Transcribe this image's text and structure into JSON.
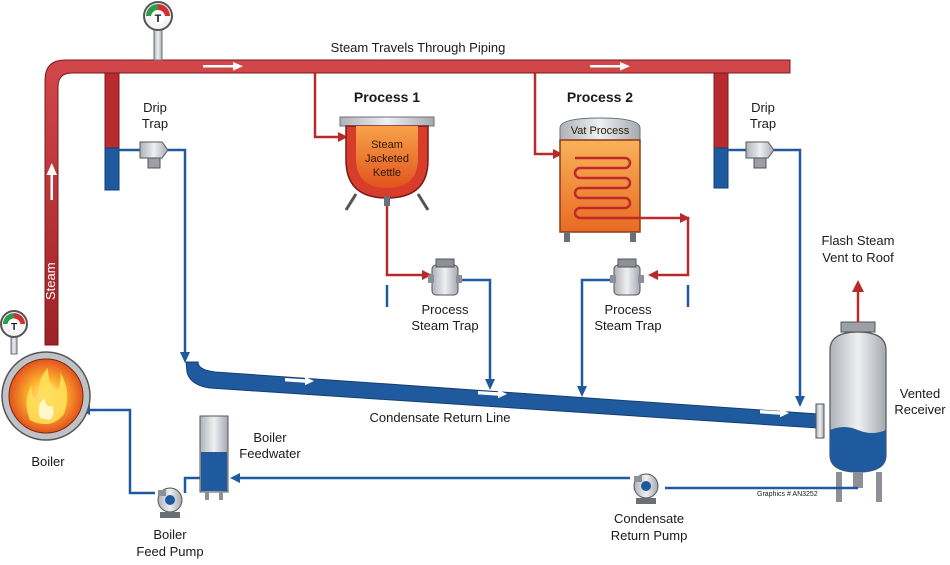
{
  "labels": {
    "steam_piping": "Steam Travels Through Piping",
    "steam_vertical": "Steam",
    "drip_trap_left": [
      "Drip",
      "Trap"
    ],
    "drip_trap_right": [
      "Drip",
      "Trap"
    ],
    "process1_title": "Process 1",
    "process1_kettle": [
      "Steam",
      "Jacketed",
      "Kettle"
    ],
    "process2_title": "Process 2",
    "process2_vat": "Vat Process",
    "process_trap_left": [
      "Process",
      "Steam Trap"
    ],
    "process_trap_right": [
      "Process",
      "Steam Trap"
    ],
    "flash_steam": [
      "Flash Steam",
      "Vent to Roof"
    ],
    "vented_receiver": [
      "Vented",
      "Receiver"
    ],
    "condensate_return_line": "Condensate Return Line",
    "boiler": "Boiler",
    "boiler_feedwater": [
      "Boiler",
      "Feedwater"
    ],
    "boiler_feed_pump": [
      "Boiler",
      "Feed Pump"
    ],
    "condensate_return_pump": [
      "Condensate",
      "Return Pump"
    ],
    "graphics_id": "Graphics # AN3252",
    "gauge_letter_top": "T",
    "gauge_letter_boiler": "T"
  },
  "colors": {
    "steam": "#b82a2e",
    "steam_dark": "#8e1e22",
    "condensate": "#1f5a9e",
    "condensate_dark": "#143f73",
    "equipment_grey": "#c9ccd1",
    "flame": "#f5a623"
  },
  "icons": [
    "pressure-gauge-icon",
    "flow-arrow-icon",
    "steam-trap-icon",
    "pump-icon",
    "flame-icon"
  ]
}
